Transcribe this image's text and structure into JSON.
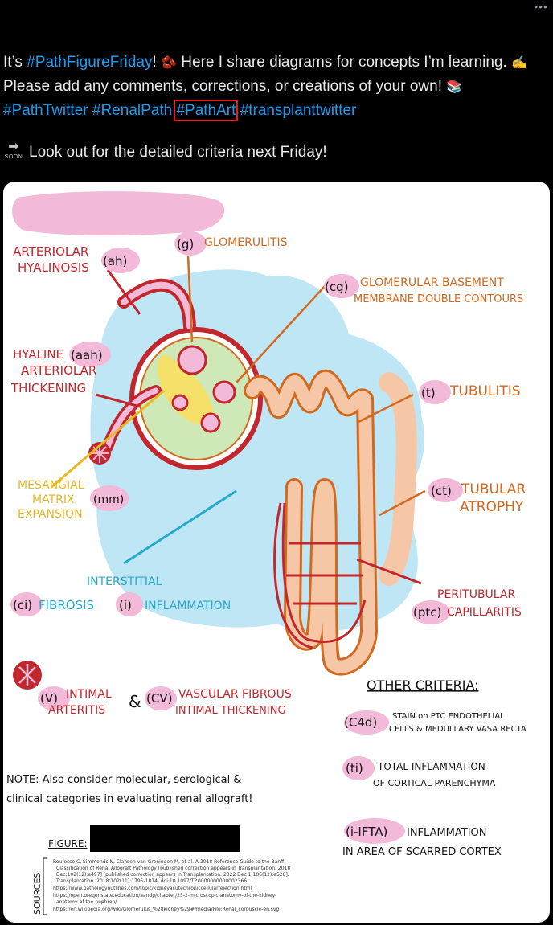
{
  "tweet": {
    "line_parts": [
      "It’s ",
      "#PathFigureFriday",
      "! ",
      " Here I share diagrams for concepts I’m learning. ",
      " Please add any comments, corrections, or creations of your own! ",
      " "
    ],
    "hashtags": [
      "#PathTwitter",
      "#RenalPath",
      "#PathArt",
      "#transplanttwitter"
    ],
    "emoji_kidney": "🫘",
    "emoji_write": "✍️",
    "emoji_books": "📚",
    "soon_text": "Look out for the detailed criteria next Friday!",
    "soon_icon_word": "SOON",
    "more_icon": "more-dots-icon"
  },
  "figure": {
    "title_main": "BANFF CRITERIA:",
    "title_sub": "RENAL ALLOGRAFT HISTOLOGY",
    "labels": {
      "arteriolar": [
        "ARTERIOLAR",
        "HYALINOSIS"
      ],
      "ah": "(ah)",
      "g": "(g)",
      "glomerulitis": "GLOMERULITIS",
      "cg": "(cg)",
      "cg_text": [
        "GLOMERULAR BASEMENT",
        "MEMBRANE DOUBLE CONTOURS"
      ],
      "hyaline": [
        "HYALINE",
        "ARTERIOLAR",
        "THICKENING"
      ],
      "aah": "(aah)",
      "t": "(t)",
      "tubulitis": "TUBULITIS",
      "ct": "(ct)",
      "ct_text": [
        "TUBULAR",
        "ATROPHY"
      ],
      "mesangial": [
        "MESANGIAL",
        "MATRIX",
        "EXPANSION"
      ],
      "mm": "(mm)",
      "interstitial": "INTERSTITIAL",
      "ci": "(ci)",
      "fibrosis": "FIBROSIS",
      "i": "(i)",
      "inflammation": "INFLAMMATION",
      "ptc": "(ptc)",
      "ptc_text": [
        "PERITUBULAR",
        "CAPILLARITIS"
      ],
      "v": "(V)",
      "v_text": [
        "INTIMAL",
        "ARTERITIS"
      ],
      "amp": "&",
      "cv": "(CV)",
      "cv_text": [
        "VASCULAR FIBROUS",
        "INTIMAL THICKENING"
      ],
      "other_title": "OTHER CRITERIA:",
      "c4d": "(C4d)",
      "c4d_text": [
        "STAIN on PTC ENDOTHELIAL",
        "CELLS & MEDULLARY VASA RECTA"
      ],
      "ti": "(ti)",
      "ti_text": [
        "TOTAL INFLAMMATION",
        "OF CORTICAL PARENCHYMA"
      ],
      "iifta": "(i-IFTA)",
      "iifta_text": [
        "INFLAMMATION",
        "IN AREA OF SCARRED CORTEX"
      ],
      "note": [
        "NOTE: Also consider molecular, serological &",
        "clinical categories in evaluating renal allograft!"
      ],
      "figure_label": "FIGURE:",
      "sources_label": "SOURCES"
    },
    "sources": [
      "Roufosse C, Simmonds N, Clahsen-van Groningen M, et al. A 2018 Reference Guide to the Banff",
      "Classification of Renal Allograft Pathology [published correction appears in Transplantation. 2018",
      "Dec;102(12):e497] [published correction appears in Transplantation. 2022 Dec 1;106(12):e528].",
      "Transplantation. 2018;102(11):1795-1814. doi:10.1097/TP.0000000000002366",
      "https://www.pathologyoutlines.com/topic/kidneyacutechroniccellularrejection.html",
      "https://open.oregonstate.education/aandp/chapter/25-2-microscopic-anatomy-of-the-kidney-",
      "anatomy-of-the-nephron/",
      "https://en.wikipedia.org/wiki/Glomerulus_%28kidney%29#/media/File:Renal_corpuscle-en.svg"
    ],
    "colors": {
      "pink_highlight": "#f2b9d8",
      "red": "#c1272d",
      "orange": "#d2691e",
      "yellow": "#e7b825",
      "cyan": "#27a9c9",
      "interstitium": "#bfe6f5",
      "glomerulus_green": "#cfe8b8",
      "tubule_peach": "#f6c7a6"
    }
  }
}
